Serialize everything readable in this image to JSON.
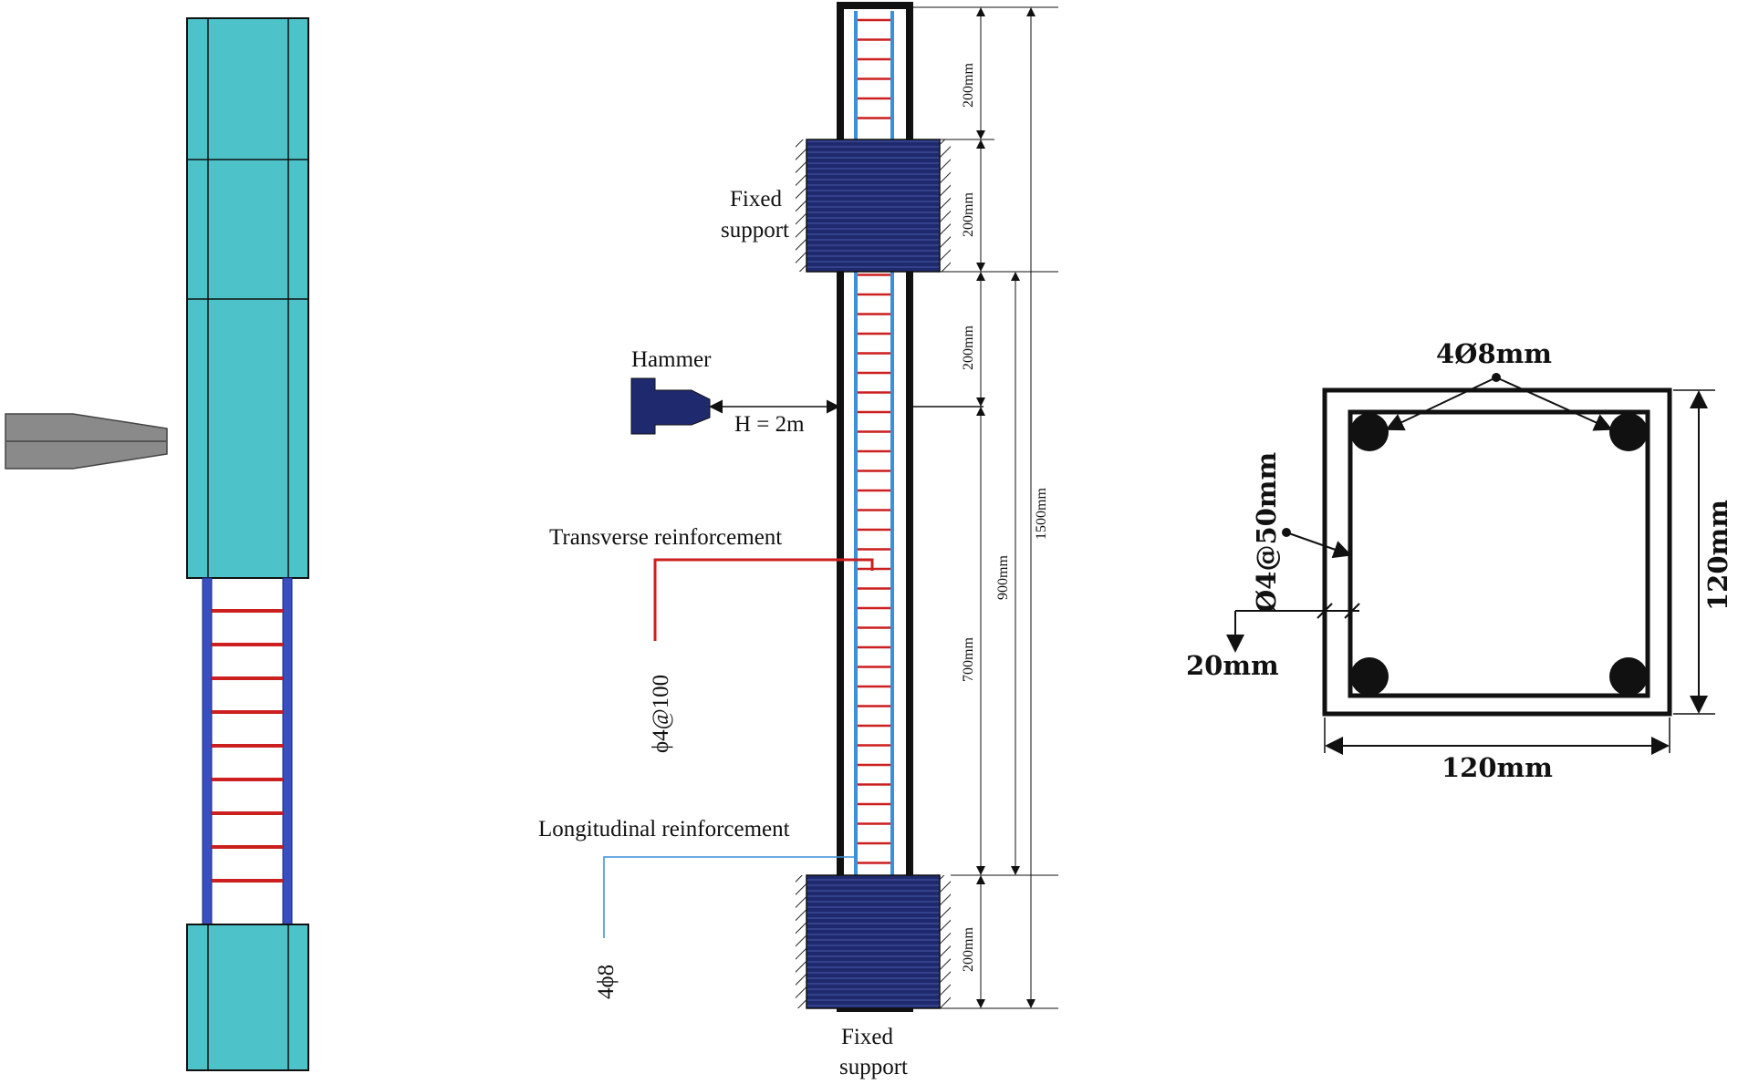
{
  "colors": {
    "concrete": "#4ec2c9",
    "bar_blue": "#3a4fbf",
    "stirrup_red": "#cc1f1f",
    "support_navy": "#1f2a6e",
    "hammer_gray": "#8a8a8a",
    "line_light_blue": "#3c8fd8"
  },
  "labels": {
    "fixed_support_top_1": "Fixed",
    "fixed_support_top_2": "support",
    "fixed_support_bottom_1": "Fixed",
    "fixed_support_bottom_2": "support",
    "hammer": "Hammer",
    "h_distance": "H = 2m",
    "transverse_reinforcement": "Transverse reinforcement",
    "transverse_spec": "ϕ4@100",
    "longitudinal_reinforcement": "Longitudinal reinforcement",
    "longitudinal_spec": "4ϕ8"
  },
  "dimensions": {
    "seg_top": "200mm",
    "seg_support_top": "200mm",
    "seg_upper": "200mm",
    "seg_lower": "700mm",
    "seg_support_bottom": "200mm",
    "span_900": "900mm",
    "total": "1500mm"
  },
  "section": {
    "bars": "4Ø8mm",
    "stirrup": "Ø4@50mm",
    "cover": "20mm",
    "width": "120mm",
    "height": "120mm"
  }
}
